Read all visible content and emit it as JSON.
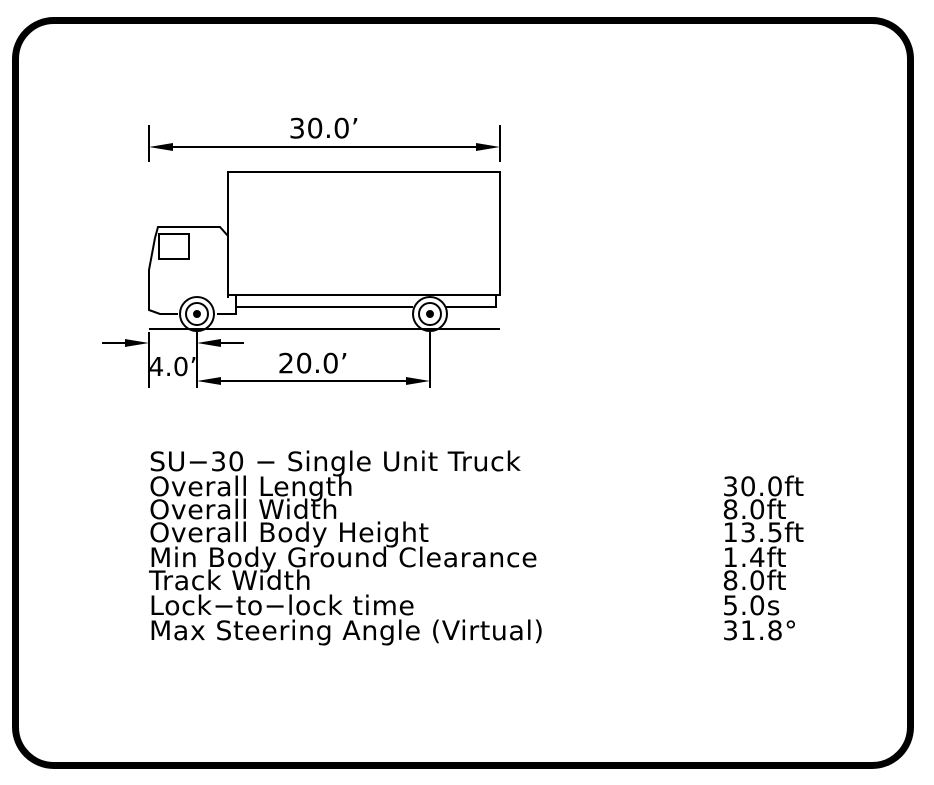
{
  "vehicle": {
    "title": "SU−30  −  Single  Unit  Truck"
  },
  "dimensions": {
    "overall_length_label": "30.0’",
    "front_overhang_label": "4.0’",
    "wheelbase_label": "20.0’"
  },
  "specs": [
    {
      "label": "Overall  Length",
      "value": "30.0ft"
    },
    {
      "label": "Overall  Width",
      "value": "8.0ft"
    },
    {
      "label": "Overall  Body  Height",
      "value": "13.5ft"
    },
    {
      "label": "Min  Body  Ground  Clearance",
      "value": "1.4ft"
    },
    {
      "label": "Track  Width",
      "value": "8.0ft"
    },
    {
      "label": "Lock−to−lock  time",
      "value": "5.0s"
    },
    {
      "label": "Max  Steering  Angle  (Virtual)",
      "value": "31.8°"
    }
  ]
}
